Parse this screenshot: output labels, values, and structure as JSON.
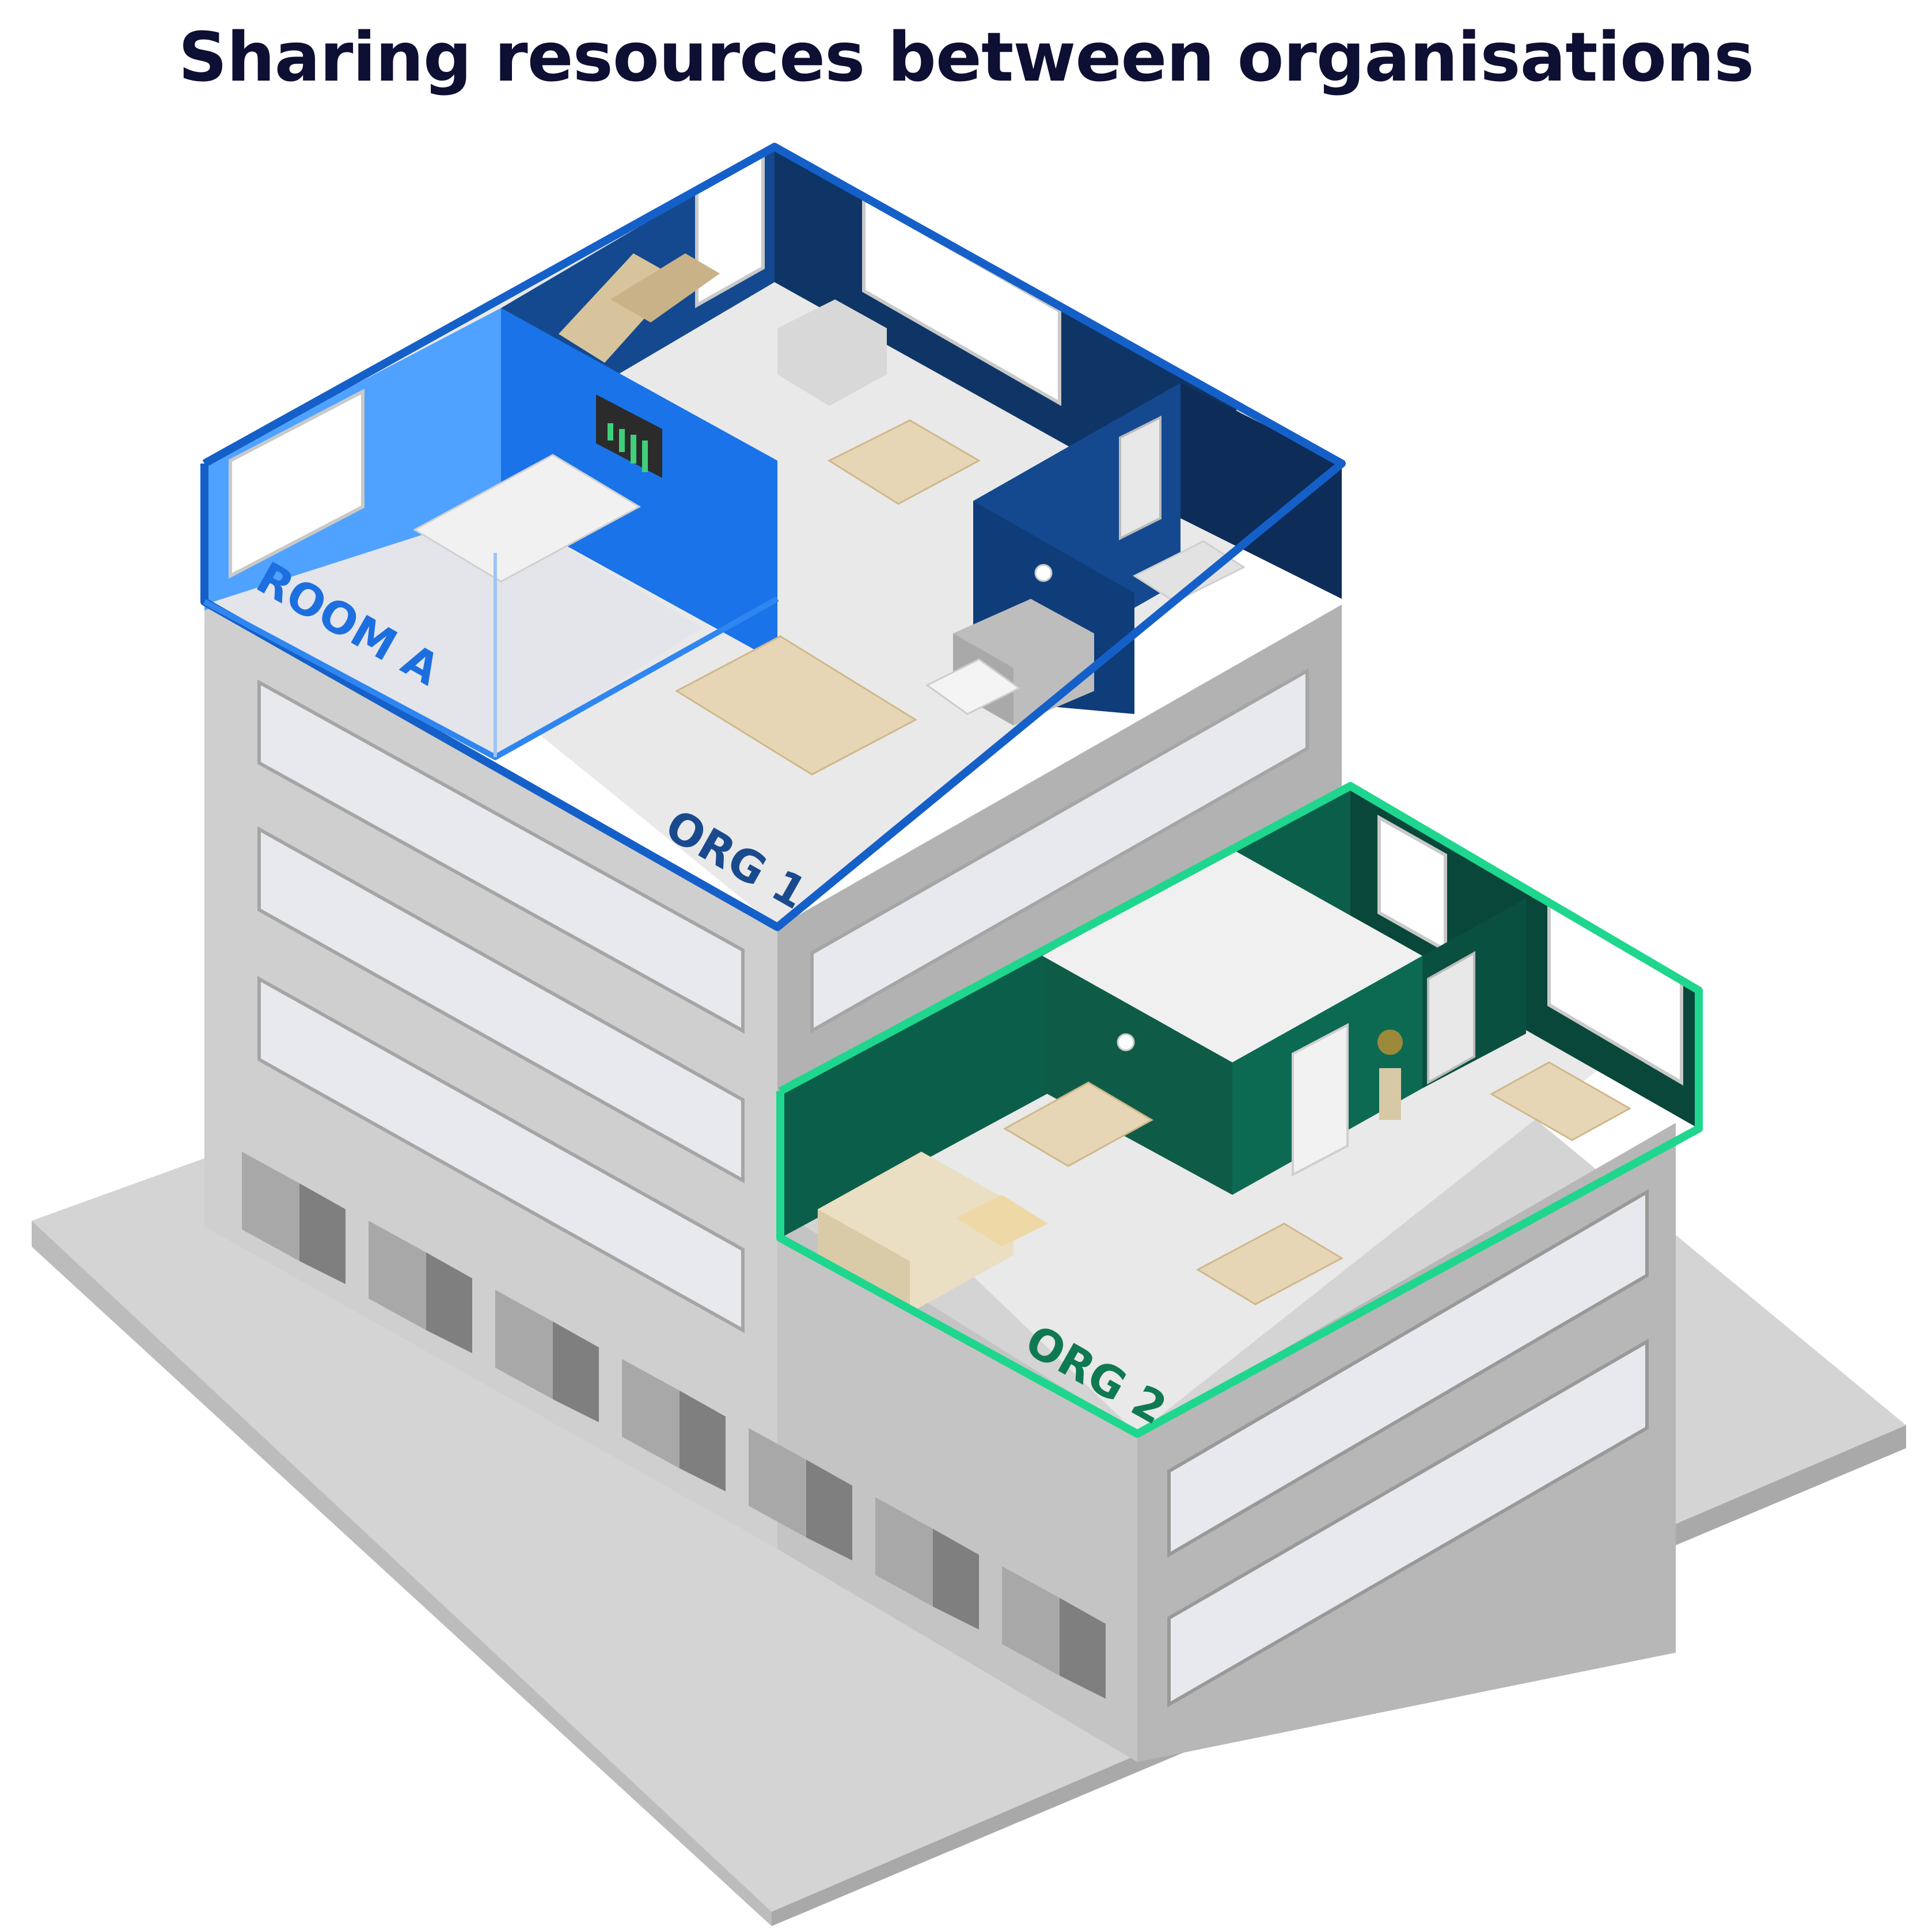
{
  "title": "Sharing resources between organisations",
  "labels": {
    "room_a": "ROOM A",
    "org1": "ORG 1",
    "org2": "ORG 2"
  },
  "colors": {
    "title": "#0d0f33",
    "org1_outline": "#1560c8",
    "org1_label": "#1a4a8e",
    "room_a_outline": "#2f86f0",
    "room_a_label": "#1d6fe0",
    "org2_outline": "#1fd68e",
    "org2_label": "#0f7a52",
    "building": "#c9c9c9"
  },
  "icons": [
    "clock-icon",
    "tv-chart-icon",
    "door-icon",
    "plant-icon",
    "bookshelf-icon"
  ]
}
